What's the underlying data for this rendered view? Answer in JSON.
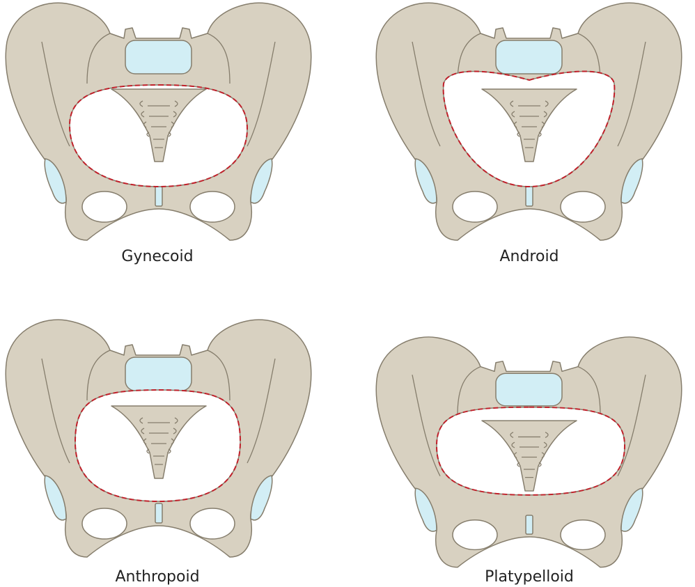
{
  "colors": {
    "bone": "#d8d1c1",
    "outline": "#857d6c",
    "cartilage": "#d2eef5",
    "inlet_outline": "#c0202a"
  },
  "pelvis_types": [
    {
      "label": "Gynecoid"
    },
    {
      "label": "Android"
    },
    {
      "label": "Anthropoid"
    },
    {
      "label": "Platypelloid"
    }
  ]
}
